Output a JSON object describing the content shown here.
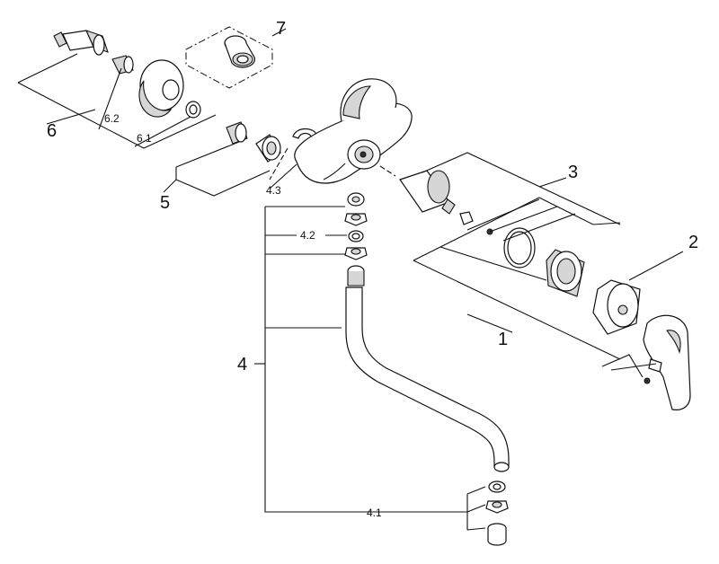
{
  "labels": {
    "l1": "1",
    "l2": "2",
    "l3": "3",
    "l4": "4",
    "l4_1": "4.1",
    "l4_2": "4.2",
    "l4_3": "4.3",
    "l5": "5",
    "l6": "6",
    "l6_1": "6.1",
    "l6_2": "6.2",
    "l7": "7"
  }
}
